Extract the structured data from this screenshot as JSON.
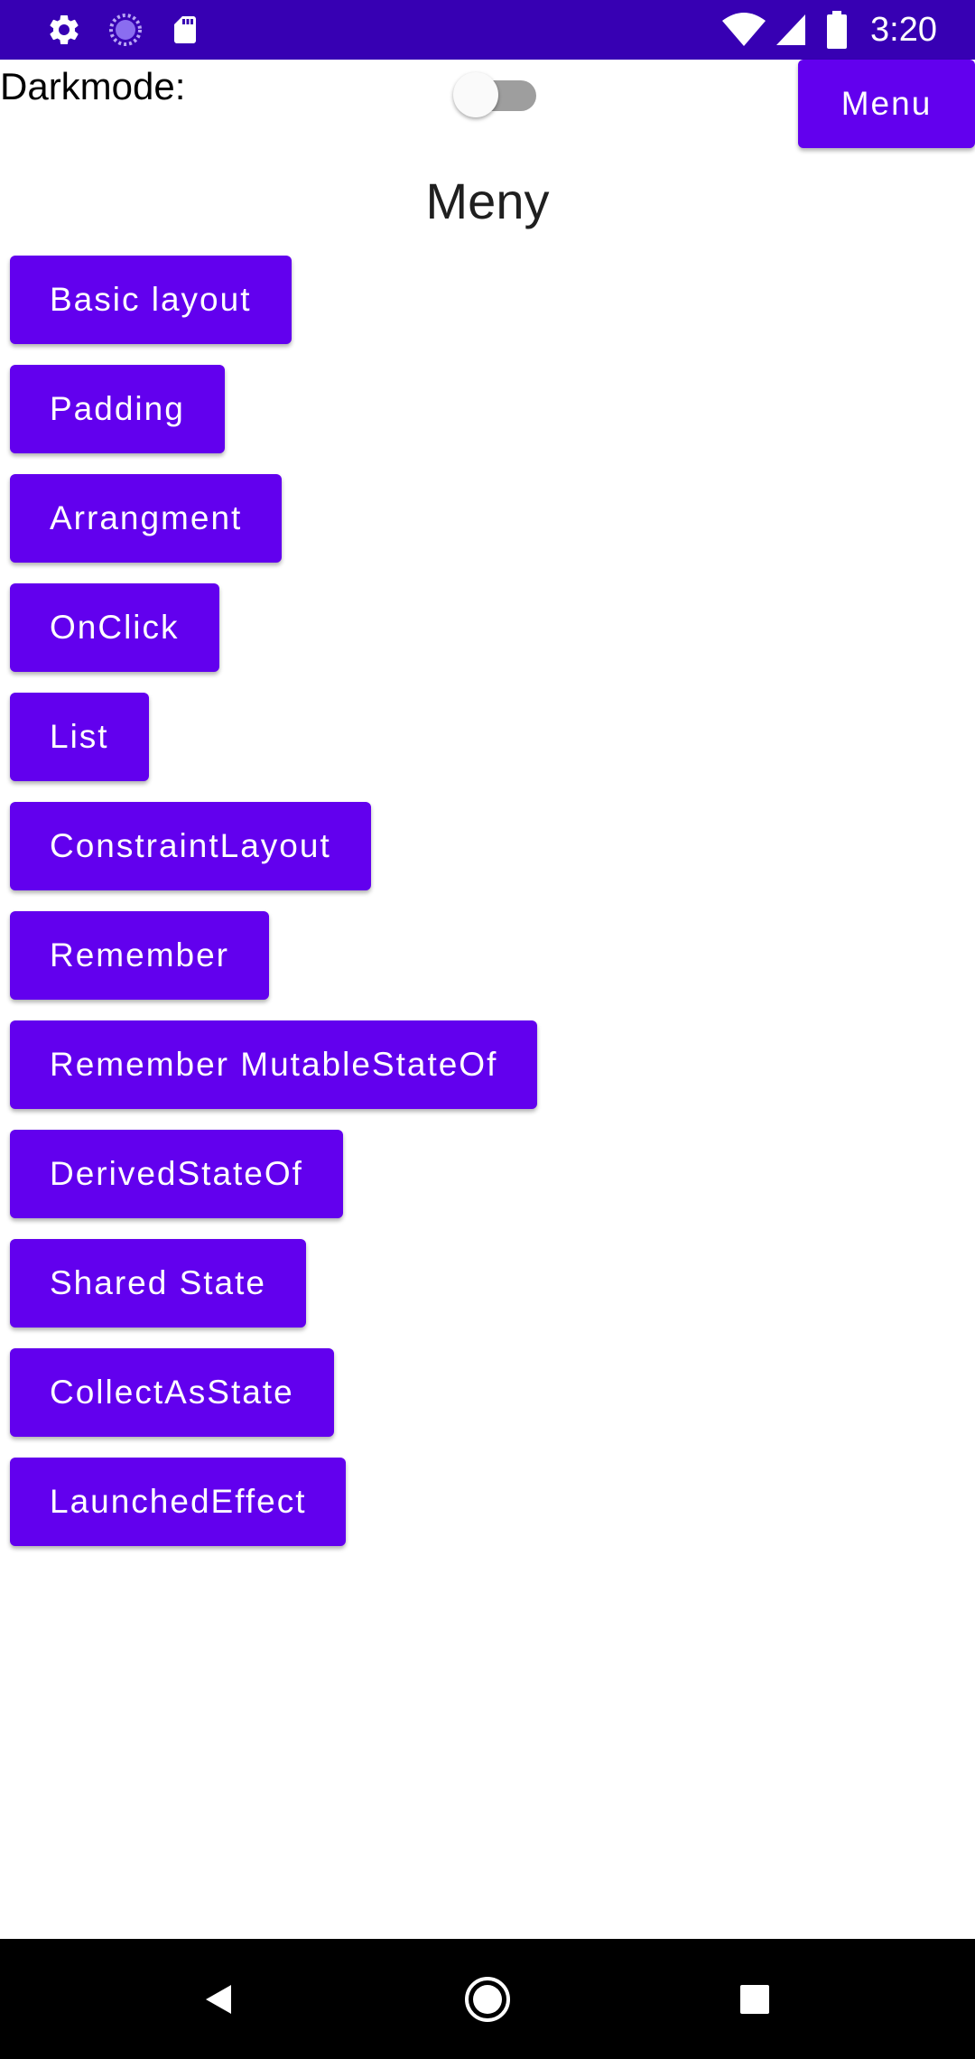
{
  "status_bar": {
    "time": "3:20",
    "background": "#3700b3",
    "left_icons": [
      "settings-icon",
      "sync-icon",
      "sd-card-icon"
    ],
    "right_icons": [
      "wifi-icon",
      "cell-signal-icon",
      "battery-icon"
    ]
  },
  "header": {
    "darkmode_label": "Darkmode:",
    "darkmode_on": false,
    "menu_button_label": "Menu"
  },
  "title": "Meny",
  "menu": {
    "items": [
      {
        "label": "Basic layout"
      },
      {
        "label": "Padding"
      },
      {
        "label": "Arrangment"
      },
      {
        "label": "OnClick"
      },
      {
        "label": "List"
      },
      {
        "label": "ConstraintLayout"
      },
      {
        "label": "Remember"
      },
      {
        "label": "Remember MutableStateOf"
      },
      {
        "label": "DerivedStateOf"
      },
      {
        "label": "Shared State"
      },
      {
        "label": "CollectAsState"
      },
      {
        "label": "LaunchedEffect"
      }
    ]
  },
  "colors": {
    "primary": "#6200ee",
    "primary_dark": "#3700b3",
    "on_primary": "#ffffff"
  },
  "nav_bar": {
    "buttons": [
      "back-icon",
      "home-icon",
      "recents-icon"
    ]
  }
}
